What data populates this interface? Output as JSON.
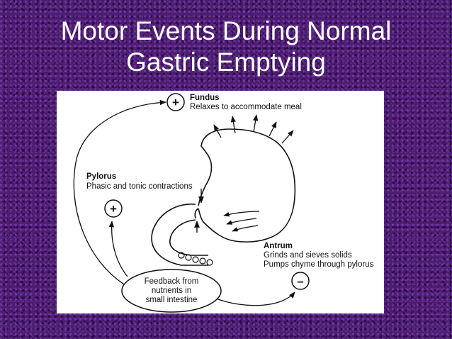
{
  "slide": {
    "title_line1": "Motor Events During Normal",
    "title_line2": "Gastric Emptying"
  },
  "diagram": {
    "fundus": {
      "title": "Fundus",
      "description": "Relaxes to accommodate meal",
      "sign": "+"
    },
    "pylorus": {
      "title": "Pylorus",
      "description": "Phasic and tonic contractions",
      "sign": "+"
    },
    "antrum": {
      "title": "Antrum",
      "line1": "Grinds and sieves solids",
      "line2": "Pumps chyme through pylorus",
      "sign": "–"
    },
    "feedback": {
      "line1": "Feedback from",
      "line2": "nutrients in",
      "line3": "small intestine"
    }
  }
}
